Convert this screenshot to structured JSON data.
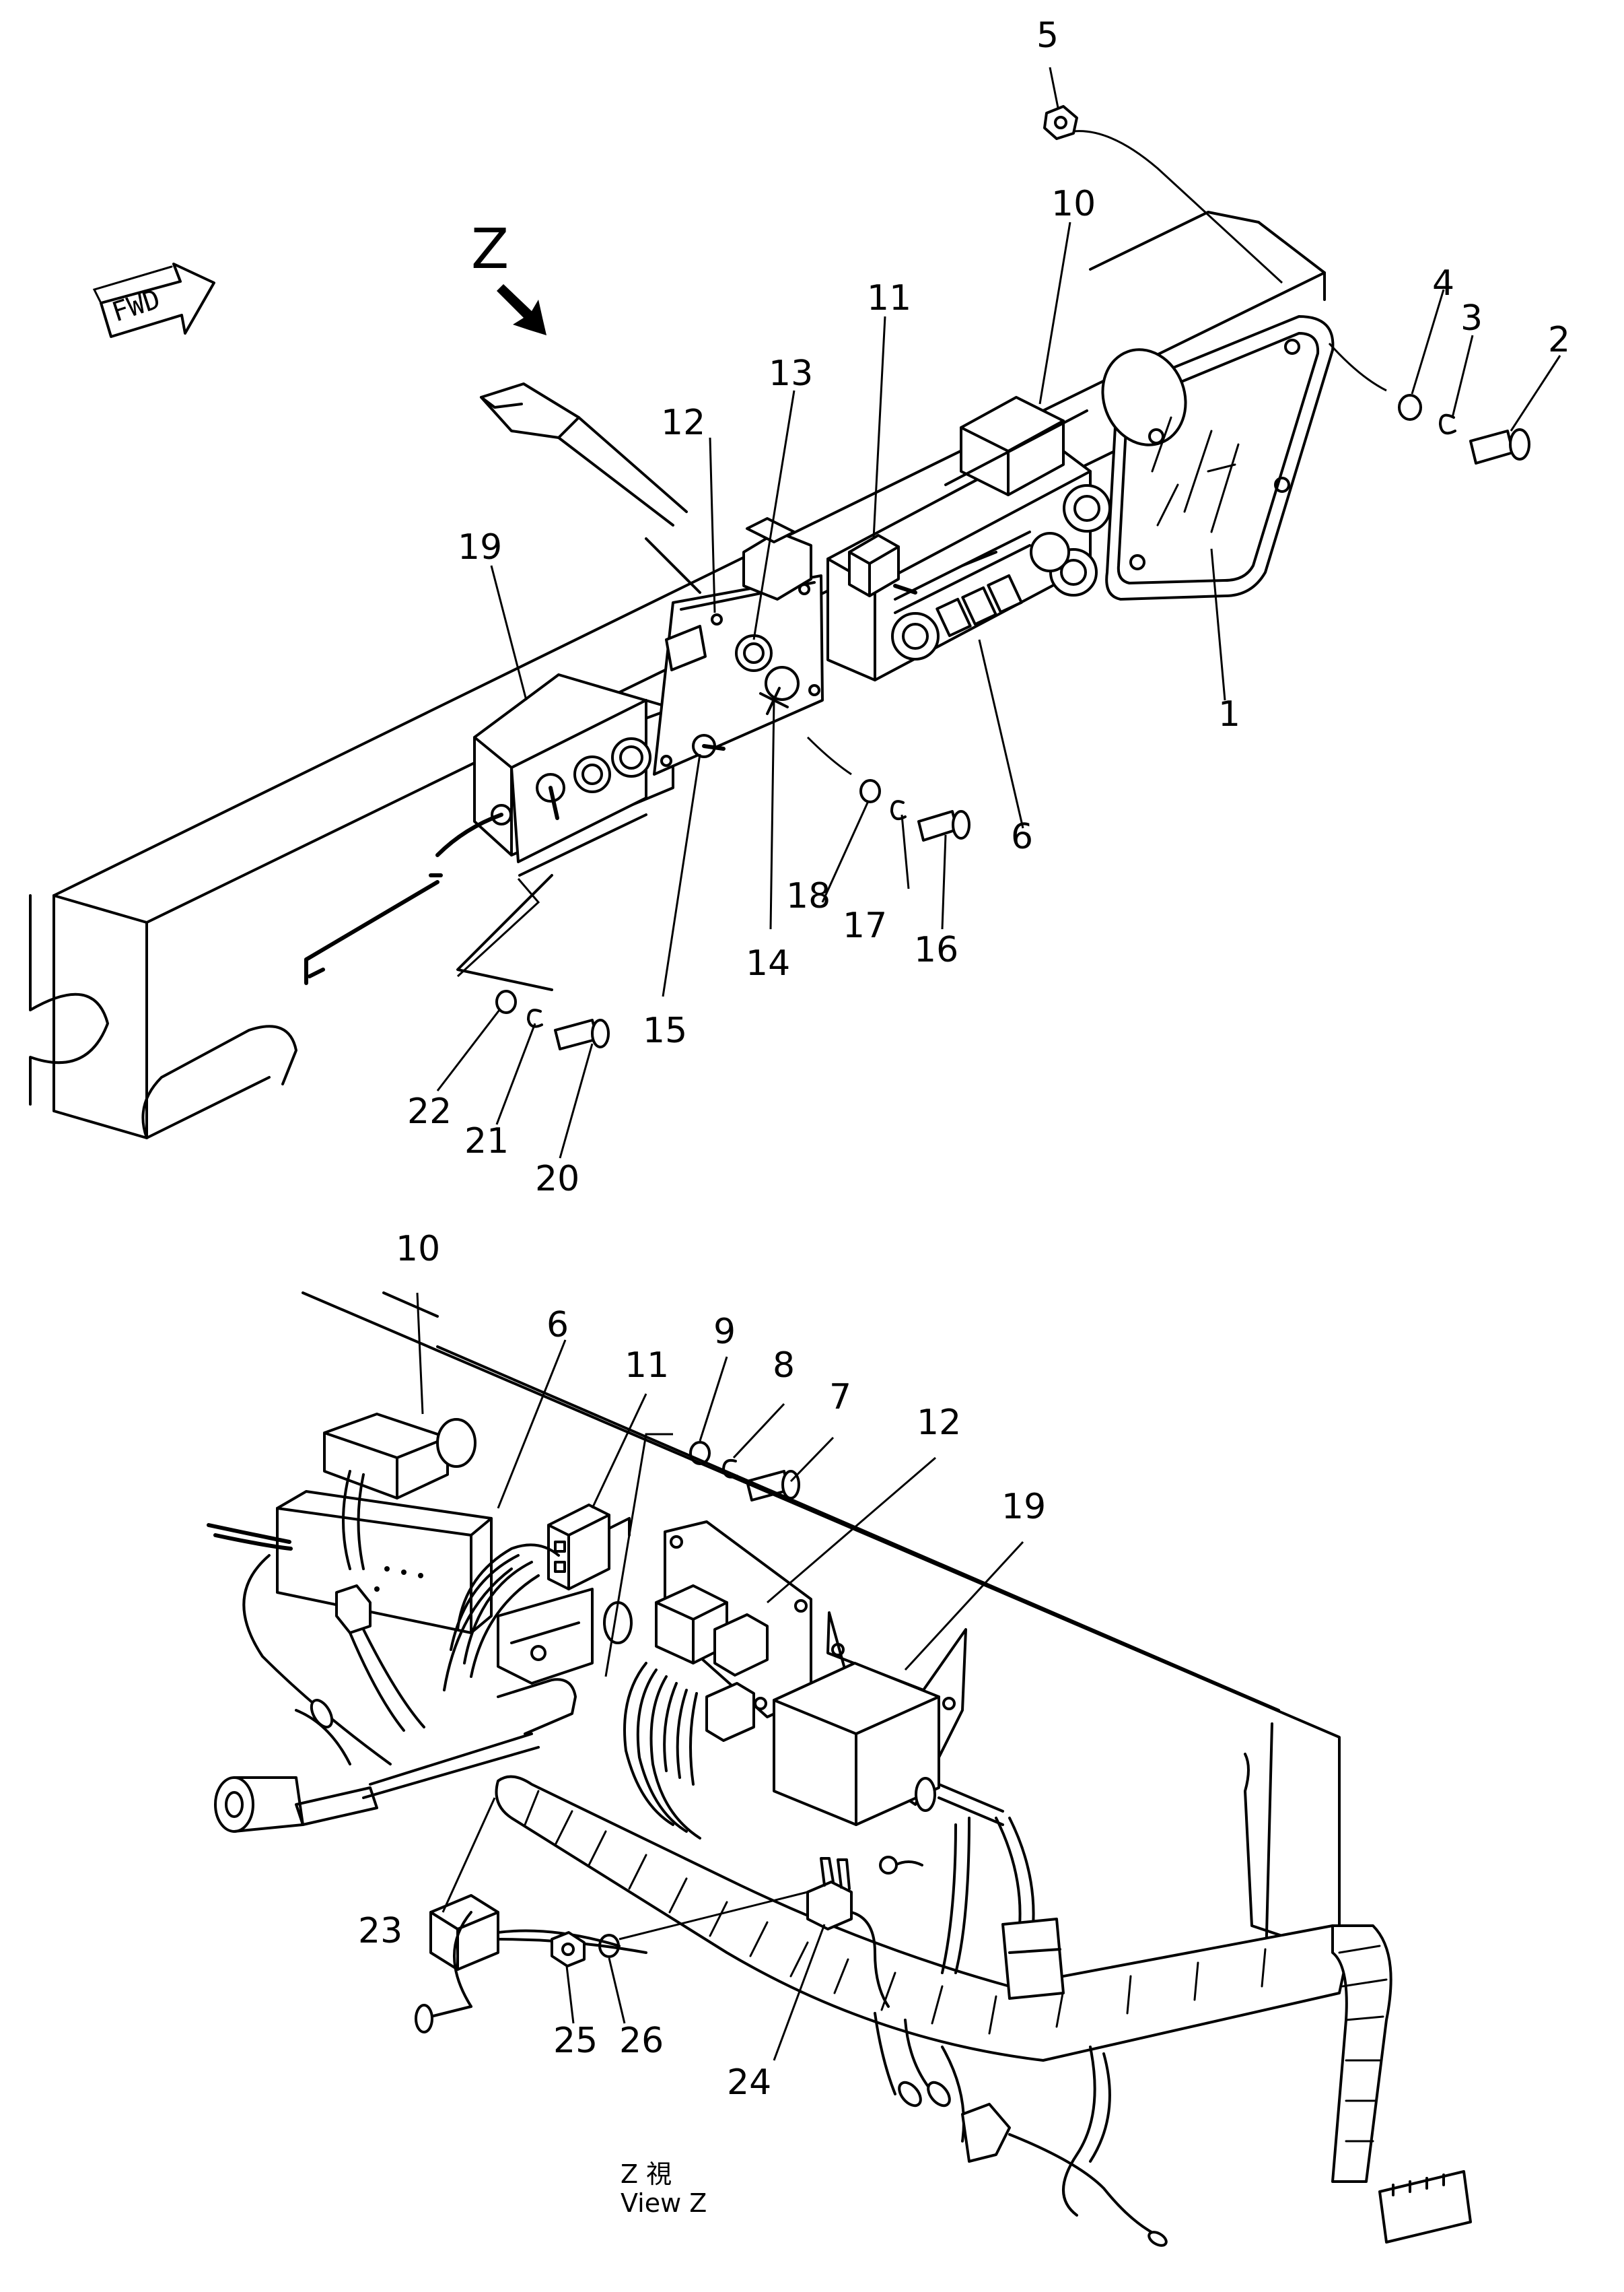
{
  "fwd_label": "FWD",
  "view_marker": "Z",
  "view_caption_jp": "Z 視",
  "view_caption_en": "View Z",
  "callouts_top": [
    {
      "id": "c1",
      "text": "1"
    },
    {
      "id": "c2",
      "text": "2"
    },
    {
      "id": "c3",
      "text": "3"
    },
    {
      "id": "c4",
      "text": "4"
    },
    {
      "id": "c5",
      "text": "5"
    },
    {
      "id": "c6",
      "text": "6"
    },
    {
      "id": "c10",
      "text": "10"
    },
    {
      "id": "c11",
      "text": "11"
    },
    {
      "id": "c12",
      "text": "12"
    },
    {
      "id": "c13",
      "text": "13"
    },
    {
      "id": "c14",
      "text": "14"
    },
    {
      "id": "c15",
      "text": "15"
    },
    {
      "id": "c16",
      "text": "16"
    },
    {
      "id": "c17",
      "text": "17"
    },
    {
      "id": "c18",
      "text": "18"
    },
    {
      "id": "c19",
      "text": "19"
    },
    {
      "id": "c20",
      "text": "20"
    },
    {
      "id": "c21",
      "text": "21"
    },
    {
      "id": "c22",
      "text": "22"
    }
  ],
  "callouts_bottom": [
    {
      "id": "d6",
      "text": "6"
    },
    {
      "id": "d7",
      "text": "7"
    },
    {
      "id": "d8",
      "text": "8"
    },
    {
      "id": "d9",
      "text": "9"
    },
    {
      "id": "d10",
      "text": "10"
    },
    {
      "id": "d11",
      "text": "11"
    },
    {
      "id": "d12",
      "text": "12"
    },
    {
      "id": "d19",
      "text": "19"
    },
    {
      "id": "d23",
      "text": "23"
    },
    {
      "id": "d24",
      "text": "24"
    },
    {
      "id": "d25",
      "text": "25"
    },
    {
      "id": "d26",
      "text": "26"
    }
  ]
}
